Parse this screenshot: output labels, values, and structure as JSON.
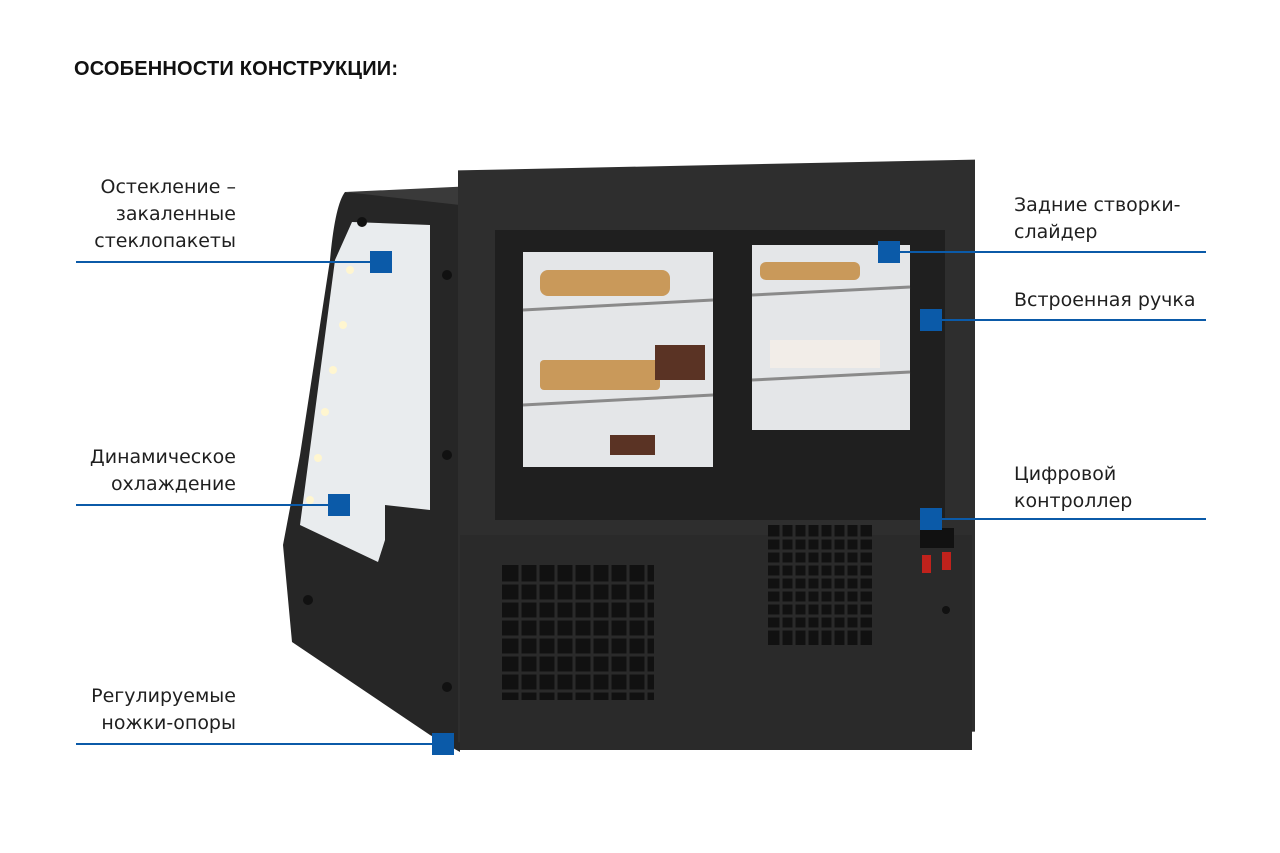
{
  "title": "ОСОБЕННОСТИ КОНСТРУКЦИИ:",
  "features_left": [
    {
      "lines": [
        "Остекление –",
        "закаленные",
        "стеклопакеты"
      ]
    },
    {
      "lines": [
        "Динамическое",
        "охлаждение"
      ]
    },
    {
      "lines": [
        "Регулируемые",
        "ножки-опоры"
      ]
    }
  ],
  "features_right": [
    {
      "lines": [
        "Задние створки-",
        "слайдер"
      ]
    },
    {
      "lines": [
        "Встроенная ручка"
      ]
    },
    {
      "lines": [
        "Цифровой",
        "контроллер"
      ]
    }
  ],
  "colors": {
    "accent": "#0b5aa8",
    "cabinet": "#2b2b2b"
  }
}
